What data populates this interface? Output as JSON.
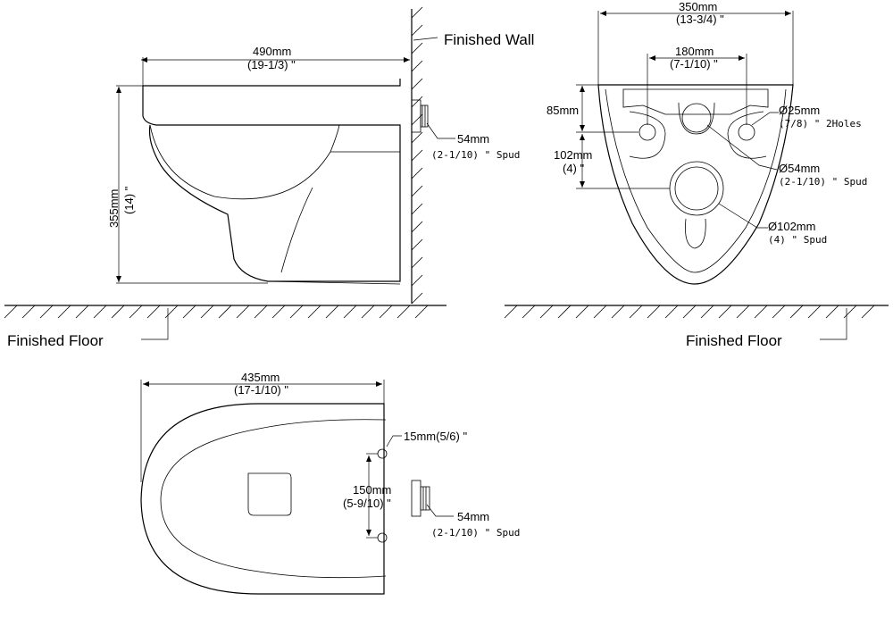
{
  "side_view": {
    "wall_label": "Finished   Wall",
    "floor_label": "Finished   Floor",
    "width_mm": "490mm",
    "width_in": "(19-1/3) \"",
    "height_mm": "355mm",
    "height_in": "(14) \"",
    "spud_mm": "54mm",
    "spud_in": "(2-1/10) \" Spud"
  },
  "rear_view": {
    "floor_label": "Finished   Floor",
    "width_mm": "350mm",
    "width_in": "(13-3/4) \"",
    "bolt_spacing_mm": "180mm",
    "bolt_spacing_in": "(7-1/10) \"",
    "top_offset": "85mm",
    "outlet_offset_mm": "102mm",
    "outlet_offset_in": "(4) \"",
    "hole_mm": "Ø25mm",
    "hole_in": "(7/8) \" 2Holes",
    "spud_mm": "Ø54mm",
    "spud_in": "(2-1/10) \" Spud",
    "outlet_mm": "Ø102mm",
    "outlet_in": "(4) \" Spud"
  },
  "top_view": {
    "length_mm": "435mm",
    "length_in": "(17-1/10) \"",
    "hole_label": "15mm(5/6) \"",
    "spacing_mm": "150mm",
    "spacing_in": "(5-9/10) \"",
    "spud_mm": "54mm",
    "spud_in": "(2-1/10) \" Spud"
  }
}
